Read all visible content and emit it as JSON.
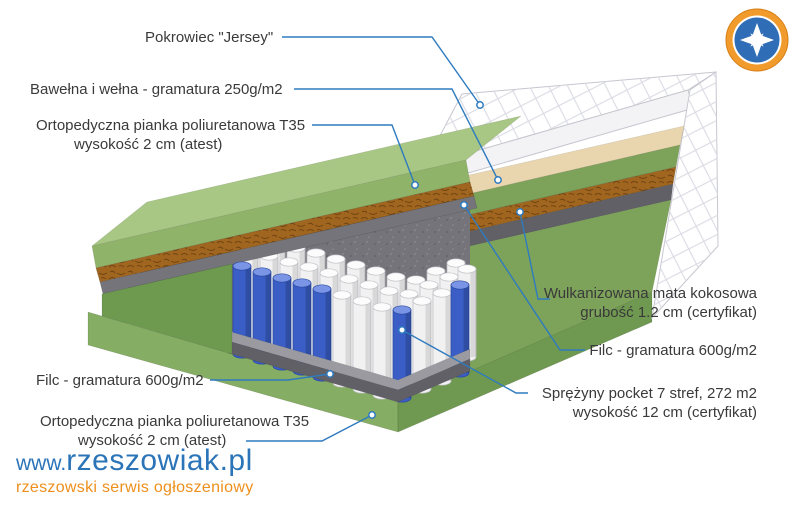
{
  "labels": {
    "cover": "Pokrowiec \"Jersey\"",
    "cotton_wool": "Bawełna i wełna - gramatura 250g/m2",
    "foam_top": [
      "Ortopedyczna pianka poliuretanowa T35",
      "wysokość 2 cm (atest)"
    ],
    "felt_left": "Filc - gramatura 600g/m2",
    "foam_bottom": [
      "Ortopedyczna pianka poliuretanowa T35",
      "wysokość 2 cm (atest)"
    ],
    "coco_mat": [
      "Wulkanizowana mata kokosowa",
      "grubość 1.2 cm (certyfikat)"
    ],
    "felt_right": "Filc - gramatura 600g/m2",
    "springs": [
      "Sprężyny pocket 7 stref, 272 m2",
      "wysokość 12 cm (certyfikat)"
    ]
  },
  "watermark": {
    "www": "www.",
    "site": "rzeszowiak",
    "tld": ".pl",
    "tagline": "rzeszowski serwis ogłoszeniowy"
  },
  "colors": {
    "line_blue": "#2e7bbf",
    "text_dark": "#3a3a3a",
    "brand_blue": "#2b74b8",
    "brand_orange": "#ee8f1c",
    "cover_white": "#ffffff",
    "quilt_line": "#d9dae3",
    "beige": "#e9d6ae",
    "green_top": "#a8c785",
    "green_face": "#8fb369",
    "green_band": "#7da25a",
    "green_wall": "#6d9a4f",
    "green_base": "#85ad63",
    "green_base_dark": "#6f9850",
    "coco": "#a0661f",
    "felt": "#74747a",
    "felt_light": "#9a9aa0",
    "felt_dark": "#606066",
    "spring_blue": "#3a5ec6",
    "spring_blue_top": "#7b95e6",
    "spring_white": "#f1f1f1",
    "spring_white_top": "#fcfcfc",
    "logo_orange": "#f19b2c",
    "logo_blue": "#2f6db6"
  }
}
